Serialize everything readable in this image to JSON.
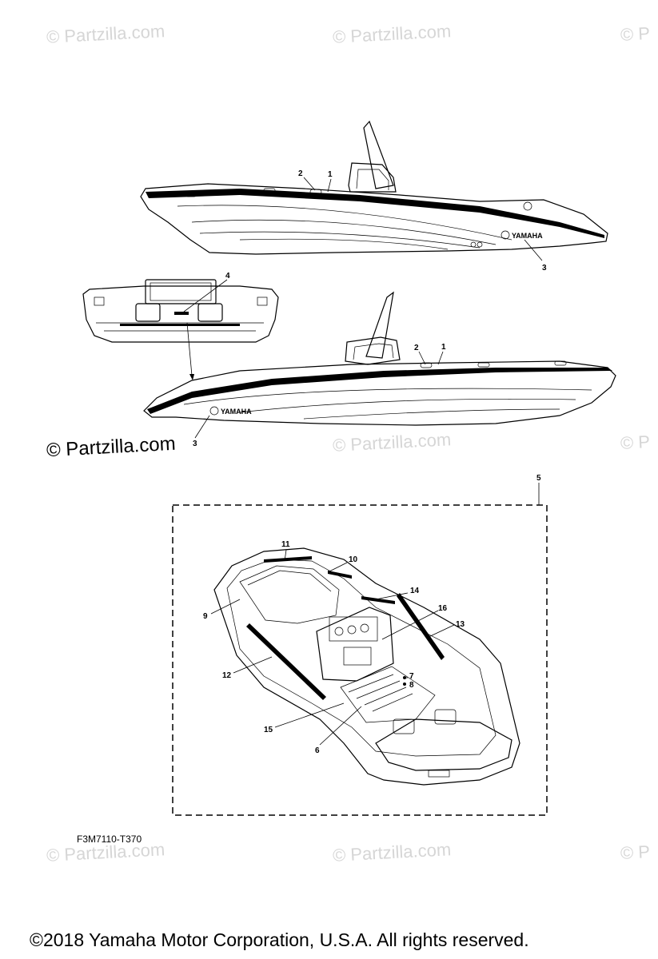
{
  "watermarks": {
    "text": "© Partzilla.com",
    "partial": "© P",
    "strong": "© Partzilla.com"
  },
  "callouts": {
    "c1a": "1",
    "c2a": "2",
    "c3a": "3",
    "c4": "4",
    "c1b": "1",
    "c2b": "2",
    "c3b": "3",
    "c5": "5",
    "c6": "6",
    "c7": "7",
    "c8": "8",
    "c9": "9",
    "c10": "10",
    "c11": "11",
    "c12": "12",
    "c13": "13",
    "c14": "14",
    "c15": "15",
    "c16": "16"
  },
  "logo": "YAMAHA",
  "diagram_code": "F3M7110-T370",
  "copyright": "©2018  Yamaha Motor Corporation, U.S.A. All rights reserved."
}
